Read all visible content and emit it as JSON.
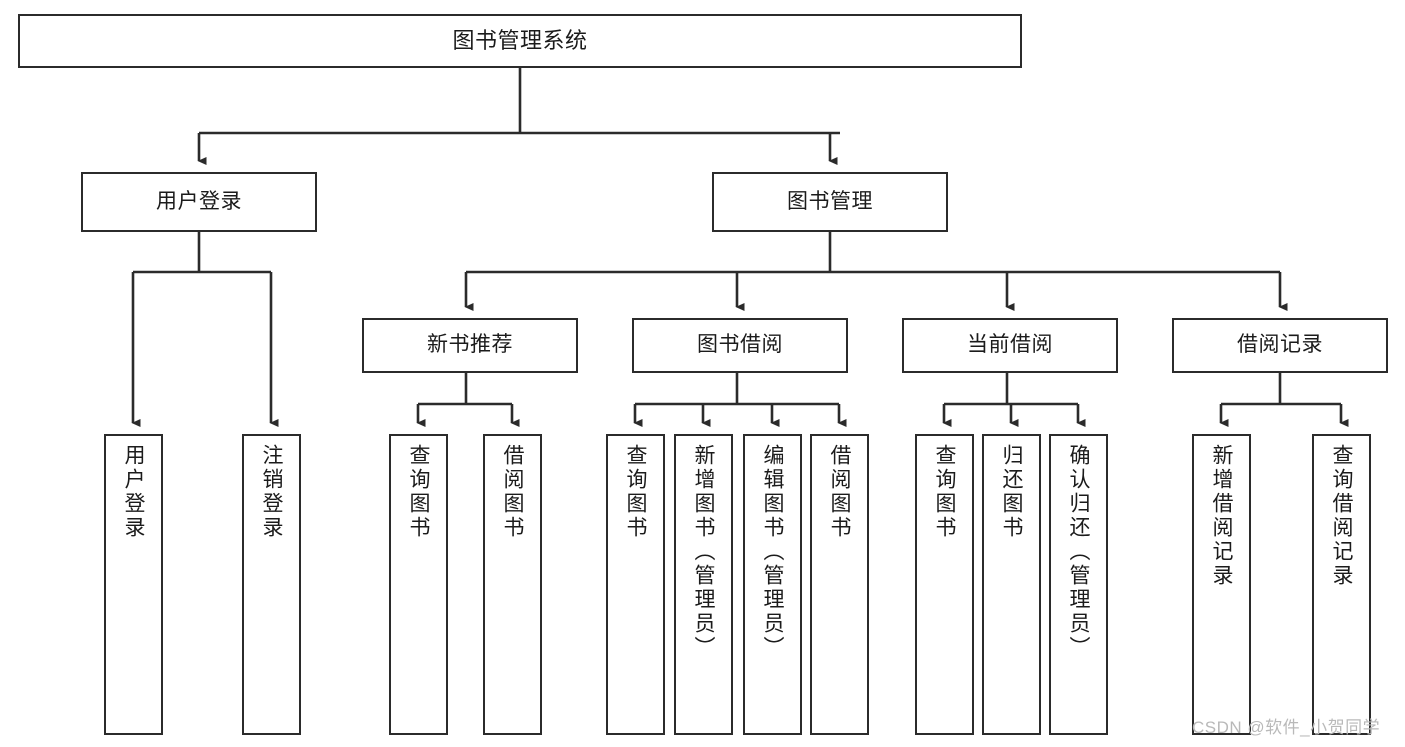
{
  "diagram": {
    "title": "图书管理系统",
    "type": "tree-hierarchy-chart",
    "stroke_color": "#2b2b2b",
    "fill_color": "#ffffff",
    "watermark": "CSDN @软件_小贺同学"
  },
  "nodes": {
    "root": {
      "label": "图书管理系统"
    },
    "level2": [
      {
        "id": "user-login",
        "label": "用户登录"
      },
      {
        "id": "book-manage",
        "label": "图书管理"
      }
    ],
    "level3": [
      {
        "id": "new-book-recommend",
        "label": "新书推荐"
      },
      {
        "id": "book-borrow",
        "label": "图书借阅"
      },
      {
        "id": "current-borrow",
        "label": "当前借阅"
      },
      {
        "id": "borrow-record",
        "label": "借阅记录"
      }
    ],
    "leaves": {
      "user_login": [
        {
          "id": "leaf-user-login",
          "label": "用户登录"
        },
        {
          "id": "leaf-logout-login",
          "label": "注销登录"
        }
      ],
      "new_book_recommend": [
        {
          "id": "leaf-query-book-1",
          "label": "查询图书"
        },
        {
          "id": "leaf-borrow-book-1",
          "label": "借阅图书"
        }
      ],
      "book_borrow": [
        {
          "id": "leaf-query-book-2",
          "label": "查询图书"
        },
        {
          "id": "leaf-add-book-admin",
          "label": "新增图书（管理员）"
        },
        {
          "id": "leaf-edit-book-admin",
          "label": "编辑图书（管理员）"
        },
        {
          "id": "leaf-borrow-book-2",
          "label": "借阅图书"
        }
      ],
      "current_borrow": [
        {
          "id": "leaf-query-book-3",
          "label": "查询图书"
        },
        {
          "id": "leaf-return-book",
          "label": "归还图书"
        },
        {
          "id": "leaf-confirm-return-admin",
          "label": "确认归还（管理员）"
        }
      ],
      "borrow_record": [
        {
          "id": "leaf-add-borrow-record",
          "label": "新增借阅记录"
        },
        {
          "id": "leaf-query-borrow-record",
          "label": "查询借阅记录"
        }
      ]
    }
  }
}
